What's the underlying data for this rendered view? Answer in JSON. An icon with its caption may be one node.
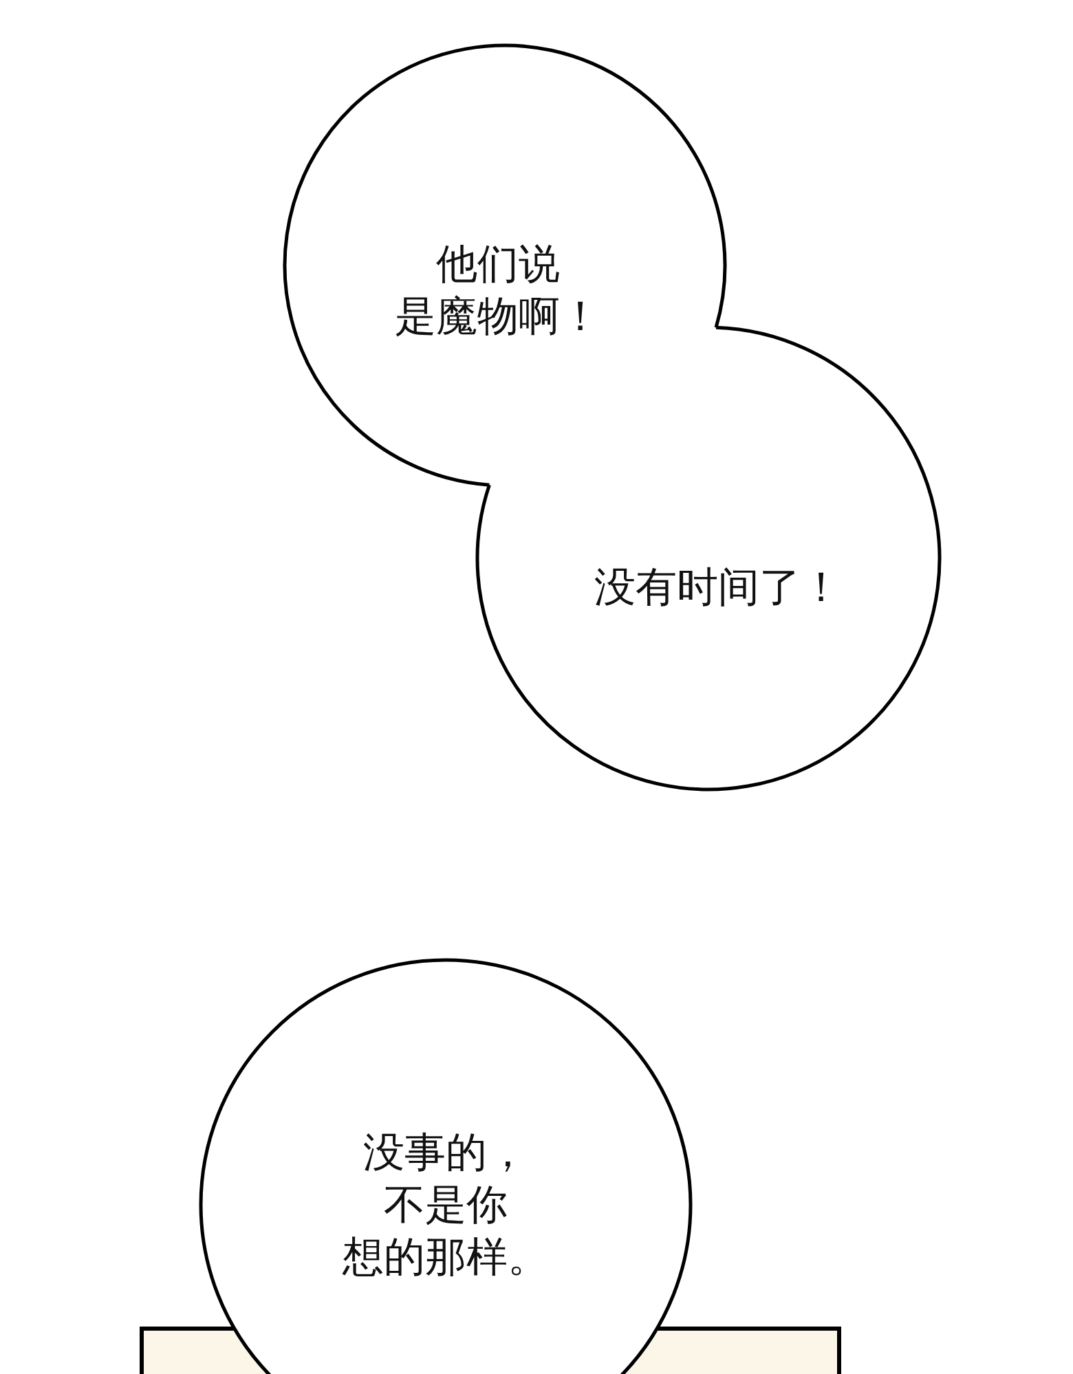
{
  "diagram": {
    "nodes": [
      {
        "text": [
          "他们说是魔物啊！"
        ]
      },
      {
        "text": [
          "没有时间了！"
        ]
      },
      {
        "text": [
          "没事的，不是你想的那样。"
        ]
      }
    ]
  }
}
